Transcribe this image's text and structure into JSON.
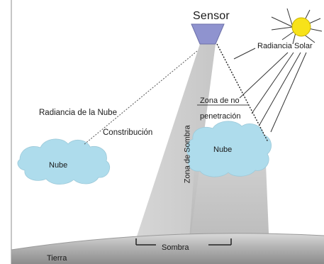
{
  "diagram": {
    "labels": {
      "sensor": "Sensor",
      "solar_radiance": "Radiancia Solar",
      "cloud_radiance": "Radiancia de la Nube",
      "contribution": "Constribución",
      "no_penetration": "Zona de no penetración",
      "shadow_zone": "Zona de Sombra",
      "cloud_left": "Nube",
      "cloud_right": "Nube",
      "shadow": "Sombra",
      "earth": "Tierra"
    },
    "colors": {
      "sun": "#f7e21a",
      "cloud": "#aedcec",
      "sensor": "#8f93cf",
      "shadow_cone": "#c8c8c8"
    }
  }
}
